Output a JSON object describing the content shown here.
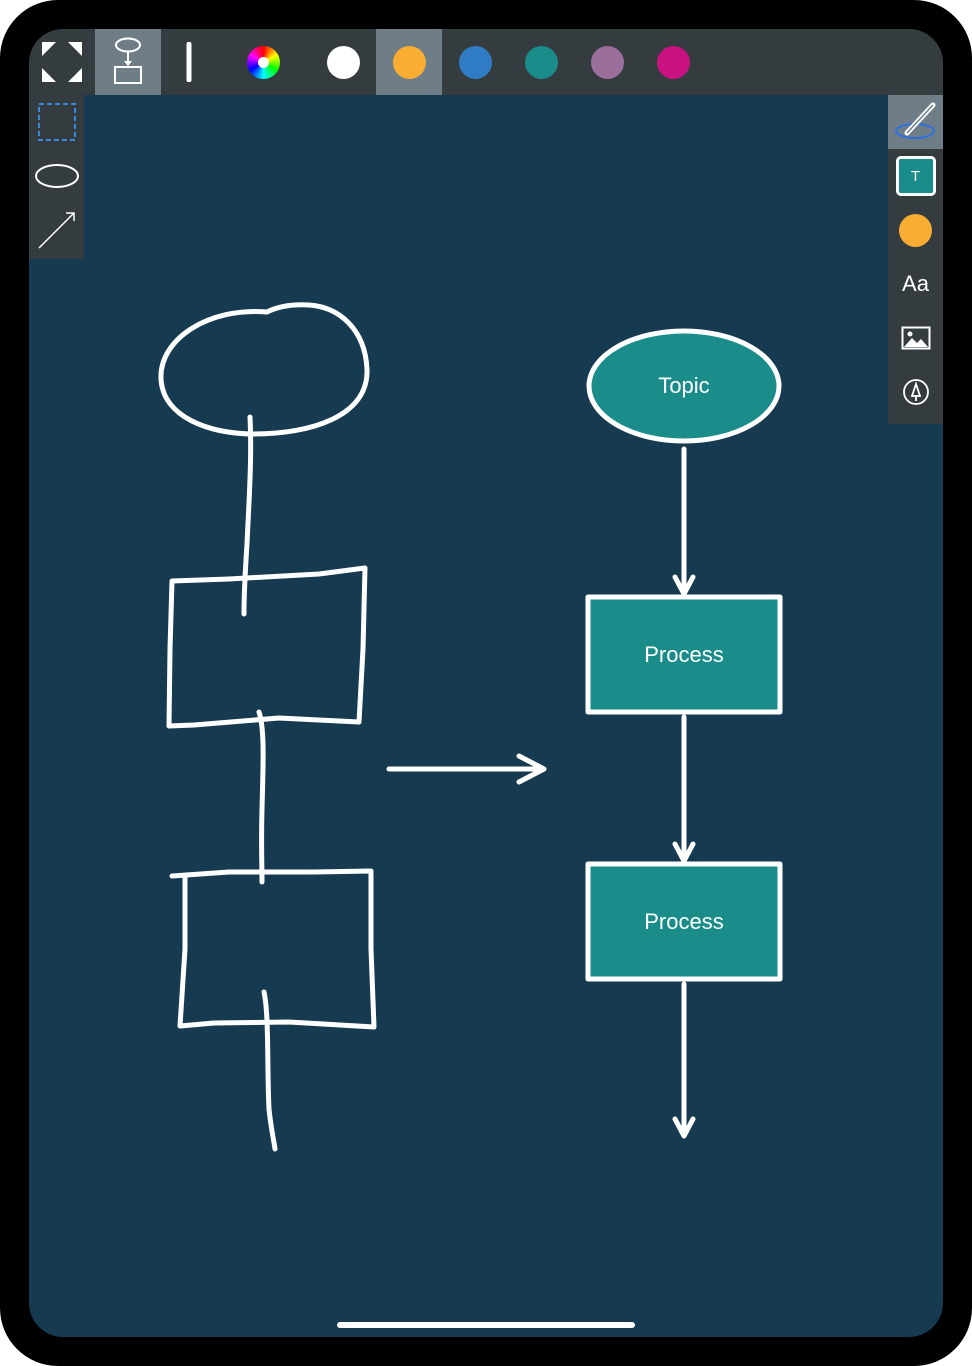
{
  "colors": {
    "canvas_bg": "#163b51",
    "toolbar_bg": "#343c40",
    "selected_bg": "#6f7e86",
    "node_fill": "#1a8c8a",
    "stroke": "#ffffff"
  },
  "toolbar": {
    "palette": [
      {
        "name": "white",
        "color": "#ffffff",
        "selected": false
      },
      {
        "name": "orange",
        "color": "#f9ad33",
        "selected": true
      },
      {
        "name": "blue",
        "color": "#2f7cc4",
        "selected": false
      },
      {
        "name": "teal",
        "color": "#1a8c8a",
        "selected": false
      },
      {
        "name": "mauve",
        "color": "#9b6f9b",
        "selected": false
      },
      {
        "name": "magenta",
        "color": "#c9127f",
        "selected": false
      }
    ],
    "icons": {
      "fullscreen": "fullscreen-icon",
      "shape_recognition": "flowchart-shape-recognition-icon",
      "stroke_width": "stroke-width-icon",
      "color_wheel": "color-wheel-icon"
    }
  },
  "left_tools": [
    "dashed-rectangle-icon",
    "ellipse-icon",
    "arrow-icon"
  ],
  "right_tools": {
    "pen": "pen-lasso-icon",
    "text_tool_label": "T",
    "fill_color": "#f9ad33",
    "font_label": "Aa",
    "image": "image-icon",
    "pencil": "pencil-circle-icon"
  },
  "diagram": {
    "topic_label": "Topic",
    "process_labels": [
      "Process",
      "Process"
    ]
  }
}
